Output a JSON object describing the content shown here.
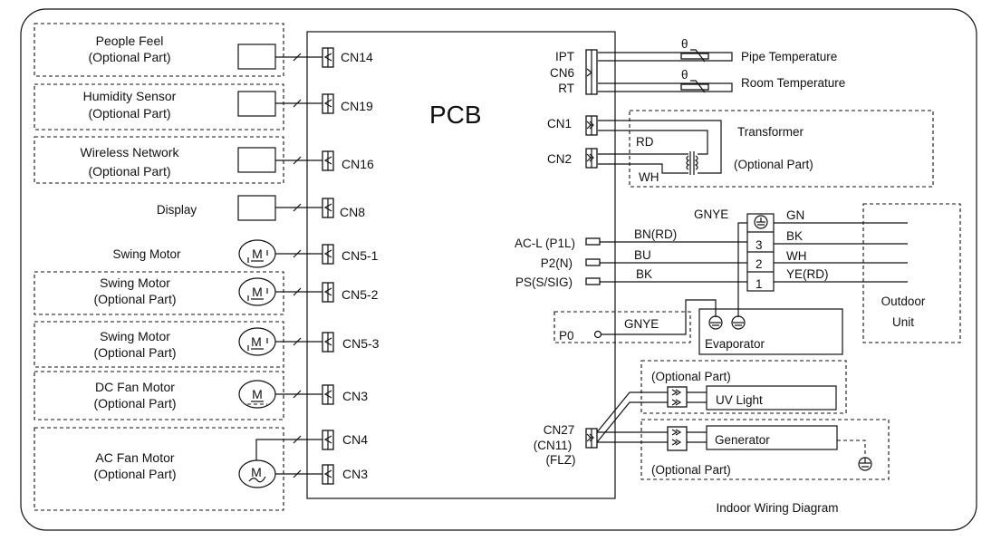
{
  "title": "Indoor Wiring Diagram",
  "pcb_label": "PCB",
  "left_components": [
    {
      "name": "People Feel",
      "sub": "(Optional Part)",
      "connector": "CN14",
      "kind": "box"
    },
    {
      "name": "Humidity Sensor",
      "sub": "(Optional Part)",
      "connector": "CN19",
      "kind": "box"
    },
    {
      "name": "Wireless Network",
      "sub": "(Optional Part)",
      "connector": "CN16",
      "kind": "box"
    },
    {
      "name": "Display",
      "sub": "",
      "connector": "CN8",
      "kind": "box"
    },
    {
      "name": "Swing Motor",
      "sub": "",
      "connector": "CN5-1",
      "kind": "motor"
    },
    {
      "name": "Swing Motor",
      "sub": "(Optional Part)",
      "connector": "CN5-2",
      "kind": "motor"
    },
    {
      "name": "Swing Motor",
      "sub": "(Optional Part)",
      "connector": "CN5-3",
      "kind": "motor"
    },
    {
      "name": "DC Fan Motor",
      "sub": "(Optional Part)",
      "connector": "CN3",
      "kind": "dc-motor"
    },
    {
      "name": "AC Fan Motor",
      "sub": "(Optional Part)",
      "connectors": [
        "CN4",
        "CN3"
      ],
      "kind": "ac-motor"
    }
  ],
  "motor_symbol": "M",
  "sensors": {
    "connector": "CN6",
    "ipt": "IPT",
    "rt": "RT",
    "theta": "θ",
    "pipe": "Pipe Temperature",
    "room": "Room Temperature"
  },
  "transformer": {
    "cn1": "CN1",
    "cn2": "CN2",
    "rd": "RD",
    "wh": "WH",
    "label": "Transformer",
    "sub": "(Optional Part)"
  },
  "power": {
    "gnye_top": "GNYE",
    "terminals": [
      {
        "label": "AC-L  (P1L)",
        "wire": "BN(RD)",
        "num": "3",
        "out": "BK"
      },
      {
        "label": "P2(N)",
        "wire": "BU",
        "num": "2",
        "out": "WH"
      },
      {
        "label": "PS(S/SIG)",
        "wire": "BK",
        "num": "1",
        "out": "YE(RD)"
      }
    ],
    "ground_out": "GN",
    "p0": "P0",
    "gnye_bottom": "GNYE",
    "evaporator": "Evaporator",
    "outdoor_line1": "Outdoor",
    "outdoor_line2": "Unit"
  },
  "optional_loads": {
    "connector_lines": [
      "CN27",
      "(CN11)",
      "(FLZ)"
    ],
    "uv_optional": "(Optional Part)",
    "uv_light": "UV Light",
    "generator": "Generator",
    "gen_optional": "(Optional Part)"
  }
}
